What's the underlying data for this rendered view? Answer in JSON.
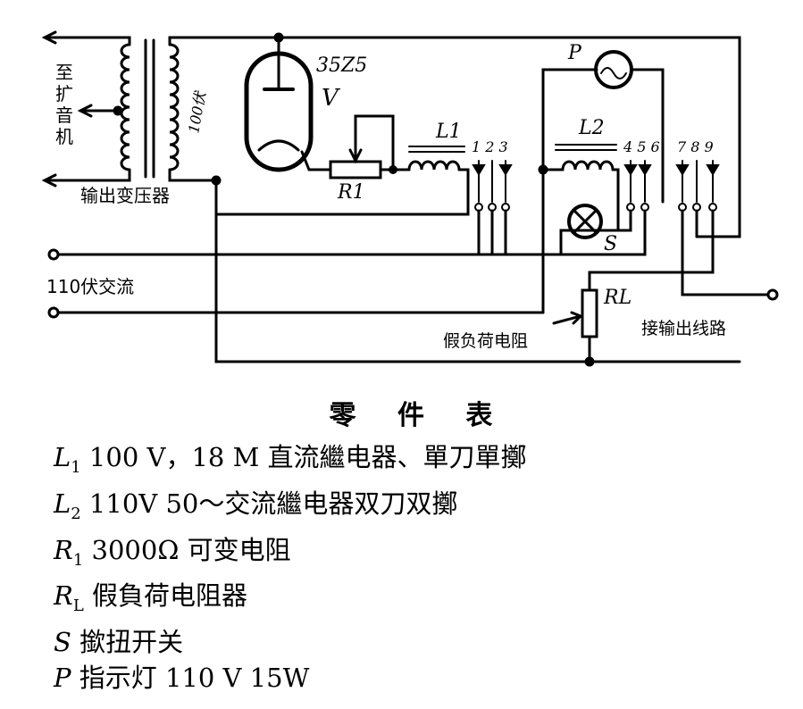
{
  "diagram": {
    "labels": {
      "to_amp_1": "至",
      "to_amp_2": "扩",
      "to_amp_3": "音",
      "to_amp_4": "机",
      "hundred_volt": "100伏",
      "output_transformer": "输出变压器",
      "tube_type": "35Z5",
      "tube_v": "V",
      "r1": "R1",
      "l1": "L1",
      "contacts_123": "1 2 3",
      "l2": "L2",
      "contacts_456": "4 5 6",
      "contacts_789": "7 8 9",
      "p": "P",
      "s": "S",
      "ac_110": "110伏交流",
      "rl": "RL",
      "dummy_load": "假负荷电阻",
      "to_output_line": "接输出线路"
    }
  },
  "parts_table": {
    "title": "零 件 表",
    "rows": [
      {
        "sym": "L",
        "sub": "1",
        "text": " 100 V，18 M 直流繼电器、單刀單擲"
      },
      {
        "sym": "L",
        "sub": "2",
        "text": " 110V 50～交流繼电器双刀双擲"
      },
      {
        "sym": "R",
        "sub": "1",
        "text": " 3000Ω 可变电阻"
      },
      {
        "sym": "R",
        "sub": "L",
        "text": " 假負荷电阻器"
      },
      {
        "sym": "S",
        "sub": "",
        "text": " 撳扭开关"
      },
      {
        "sym": "P",
        "sub": "",
        "text": " 指示灯 110 V 15W"
      }
    ]
  }
}
